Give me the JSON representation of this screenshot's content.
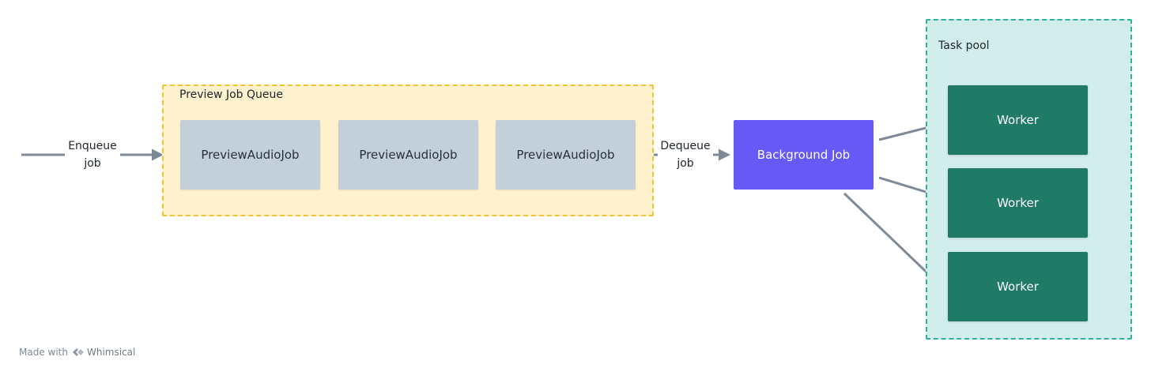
{
  "queue": {
    "title": "Preview Job Queue",
    "jobs": [
      "PreviewAudioJob",
      "PreviewAudioJob",
      "PreviewAudioJob"
    ]
  },
  "enqueue_label": [
    "Enqueue",
    "job"
  ],
  "dequeue_label": [
    "Dequeue",
    "job"
  ],
  "background_job": "Background Job",
  "pool": {
    "title": "Task pool",
    "workers": [
      "Worker",
      "Worker",
      "Worker"
    ]
  },
  "footer": {
    "prefix": "Made with",
    "brand": "Whimsical"
  },
  "colors": {
    "queue_fill": "#fdf1ce",
    "queue_border": "#f2c330",
    "pool_fill": "#d2eeea",
    "pool_border": "#2fb09a",
    "job_fill": "#c3cfd9",
    "background_job_fill": "#6759f6",
    "worker_fill": "#1f7a66",
    "arrow": "#7d8a96"
  }
}
